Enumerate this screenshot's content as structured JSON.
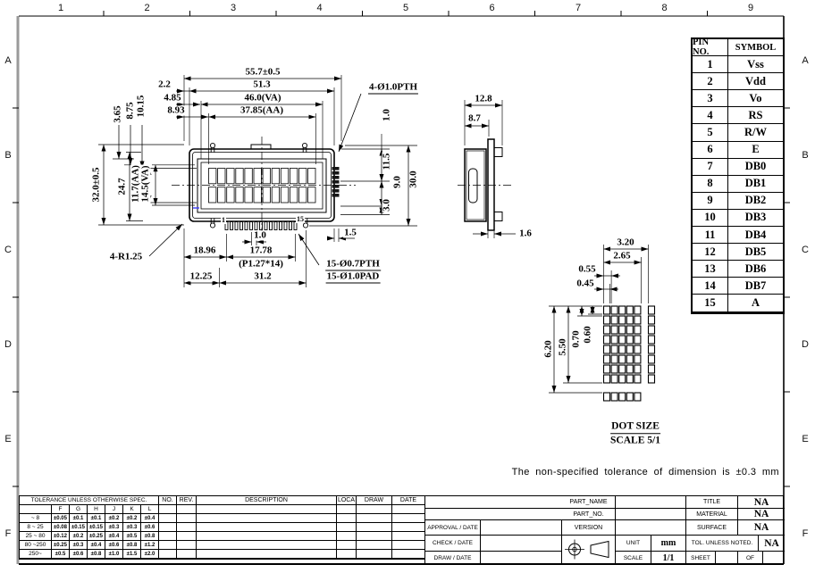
{
  "sheet": {
    "note": "The non-specified tolerance of dimension is ±0.3 mm",
    "border_columns": [
      "1",
      "2",
      "3",
      "4",
      "5",
      "6",
      "7",
      "8",
      "9"
    ],
    "border_rows": [
      "A",
      "B",
      "C",
      "D",
      "E",
      "F"
    ]
  },
  "pin_table": {
    "headers": [
      "PIN NO.",
      "SYMBOL"
    ],
    "rows": [
      [
        "1",
        "Vss"
      ],
      [
        "2",
        "Vdd"
      ],
      [
        "3",
        "Vo"
      ],
      [
        "4",
        "RS"
      ],
      [
        "5",
        "R/W"
      ],
      [
        "6",
        "E"
      ],
      [
        "7",
        "DB0"
      ],
      [
        "8",
        "DB1"
      ],
      [
        "9",
        "DB2"
      ],
      [
        "10",
        "DB3"
      ],
      [
        "11",
        "DB4"
      ],
      [
        "12",
        "DB5"
      ],
      [
        "13",
        "DB6"
      ],
      [
        "14",
        "DB7"
      ],
      [
        "15",
        "A"
      ]
    ]
  },
  "dims": {
    "d55": "55.7±0.5",
    "d513": "51.3",
    "d46": "46.0(VA)",
    "d3785": "37.85(AA)",
    "d22": "2.2",
    "d485": "4.85",
    "d893": "8.93",
    "d1015": "10.15",
    "d875": "8.75",
    "d365": "3.65",
    "d32": "32.0±0.5",
    "d247": "24.7",
    "d117": "11.7(AA)",
    "d145": "14.5(VA)",
    "holes": "4-Ø1.0PTH",
    "d10r": "1.0",
    "d115": "11.5",
    "d90": "9.0",
    "d300": "30.0",
    "d30": "3.0",
    "d15": "1.5",
    "d10b": "1.0",
    "d1896": "18.96",
    "d1778": "17.78",
    "p127": "(P1.27*14)",
    "d1225": "12.25",
    "d312": "31.2",
    "r125": "4-R1.25",
    "pth": "15-Ø0.7PTH",
    "pad": "15-Ø1.0PAD",
    "pin_first": "1",
    "pin_last": "15",
    "s128": "12.8",
    "s87": "8.7",
    "s16": "1.6",
    "dd320": "3.20",
    "dd265": "2.65",
    "dd055": "0.55",
    "dd045": "0.45",
    "dd620": "6.20",
    "dd550": "5.50",
    "dd070": "0.70",
    "dd060": "0.60"
  },
  "detail": {
    "title": "DOT SIZE",
    "scale": "SCALE 5/1"
  },
  "tolerance_table": {
    "title": "TOLERANCE UNLESS OTHERWISE SPEC.",
    "columns": [
      "F",
      "G",
      "H",
      "J",
      "K",
      "L"
    ],
    "rows": [
      {
        "range": "~ 8",
        "values": [
          "±0.05",
          "±0.1",
          "±0.1",
          "±0.2",
          "±0.2",
          "±0.4"
        ]
      },
      {
        "range": "8 ~ 25",
        "values": [
          "±0.08",
          "±0.15",
          "±0.15",
          "±0.3",
          "±0.3",
          "±0.6"
        ]
      },
      {
        "range": "25 ~ 80",
        "values": [
          "±0.12",
          "±0.2",
          "±0.25",
          "±0.4",
          "±0.5",
          "±0.8"
        ]
      },
      {
        "range": "80 ~250",
        "values": [
          "±0.25",
          "±0.3",
          "±0.4",
          "±0.6",
          "±0.8",
          "±1.2"
        ]
      },
      {
        "range": "250~",
        "values": [
          "±0.5",
          "±0.6",
          "±0.8",
          "±1.0",
          "±1.5",
          "±2.0"
        ]
      }
    ]
  },
  "revision_table": {
    "headers": [
      "NO.",
      "REV.",
      "DESCRIPTION",
      "LOCA",
      "DRAW",
      "DATE"
    ],
    "empty_rows": 6
  },
  "title_block": {
    "part_name_label": "PART_NAME",
    "part_no_label": "PART_NO.",
    "version_label": "VERSION",
    "approval_label": "APPROVAL / DATE",
    "check_label": "CHECK / DATE",
    "draw_label": "DRAW / DATE",
    "title_label": "TITLE",
    "material_label": "MATERIAL",
    "surface_label": "SURFACE",
    "title_value": "NA",
    "material_value": "NA",
    "surface_value": "NA",
    "unit_label": "UNIT",
    "unit_value": "mm",
    "scale_label": "SCALE",
    "scale_value": "1/1",
    "tol_label": "TOL. UNLESS NOTED.",
    "tol_value": "NA",
    "sheet_label": "SHEET",
    "of_label": "OF"
  }
}
